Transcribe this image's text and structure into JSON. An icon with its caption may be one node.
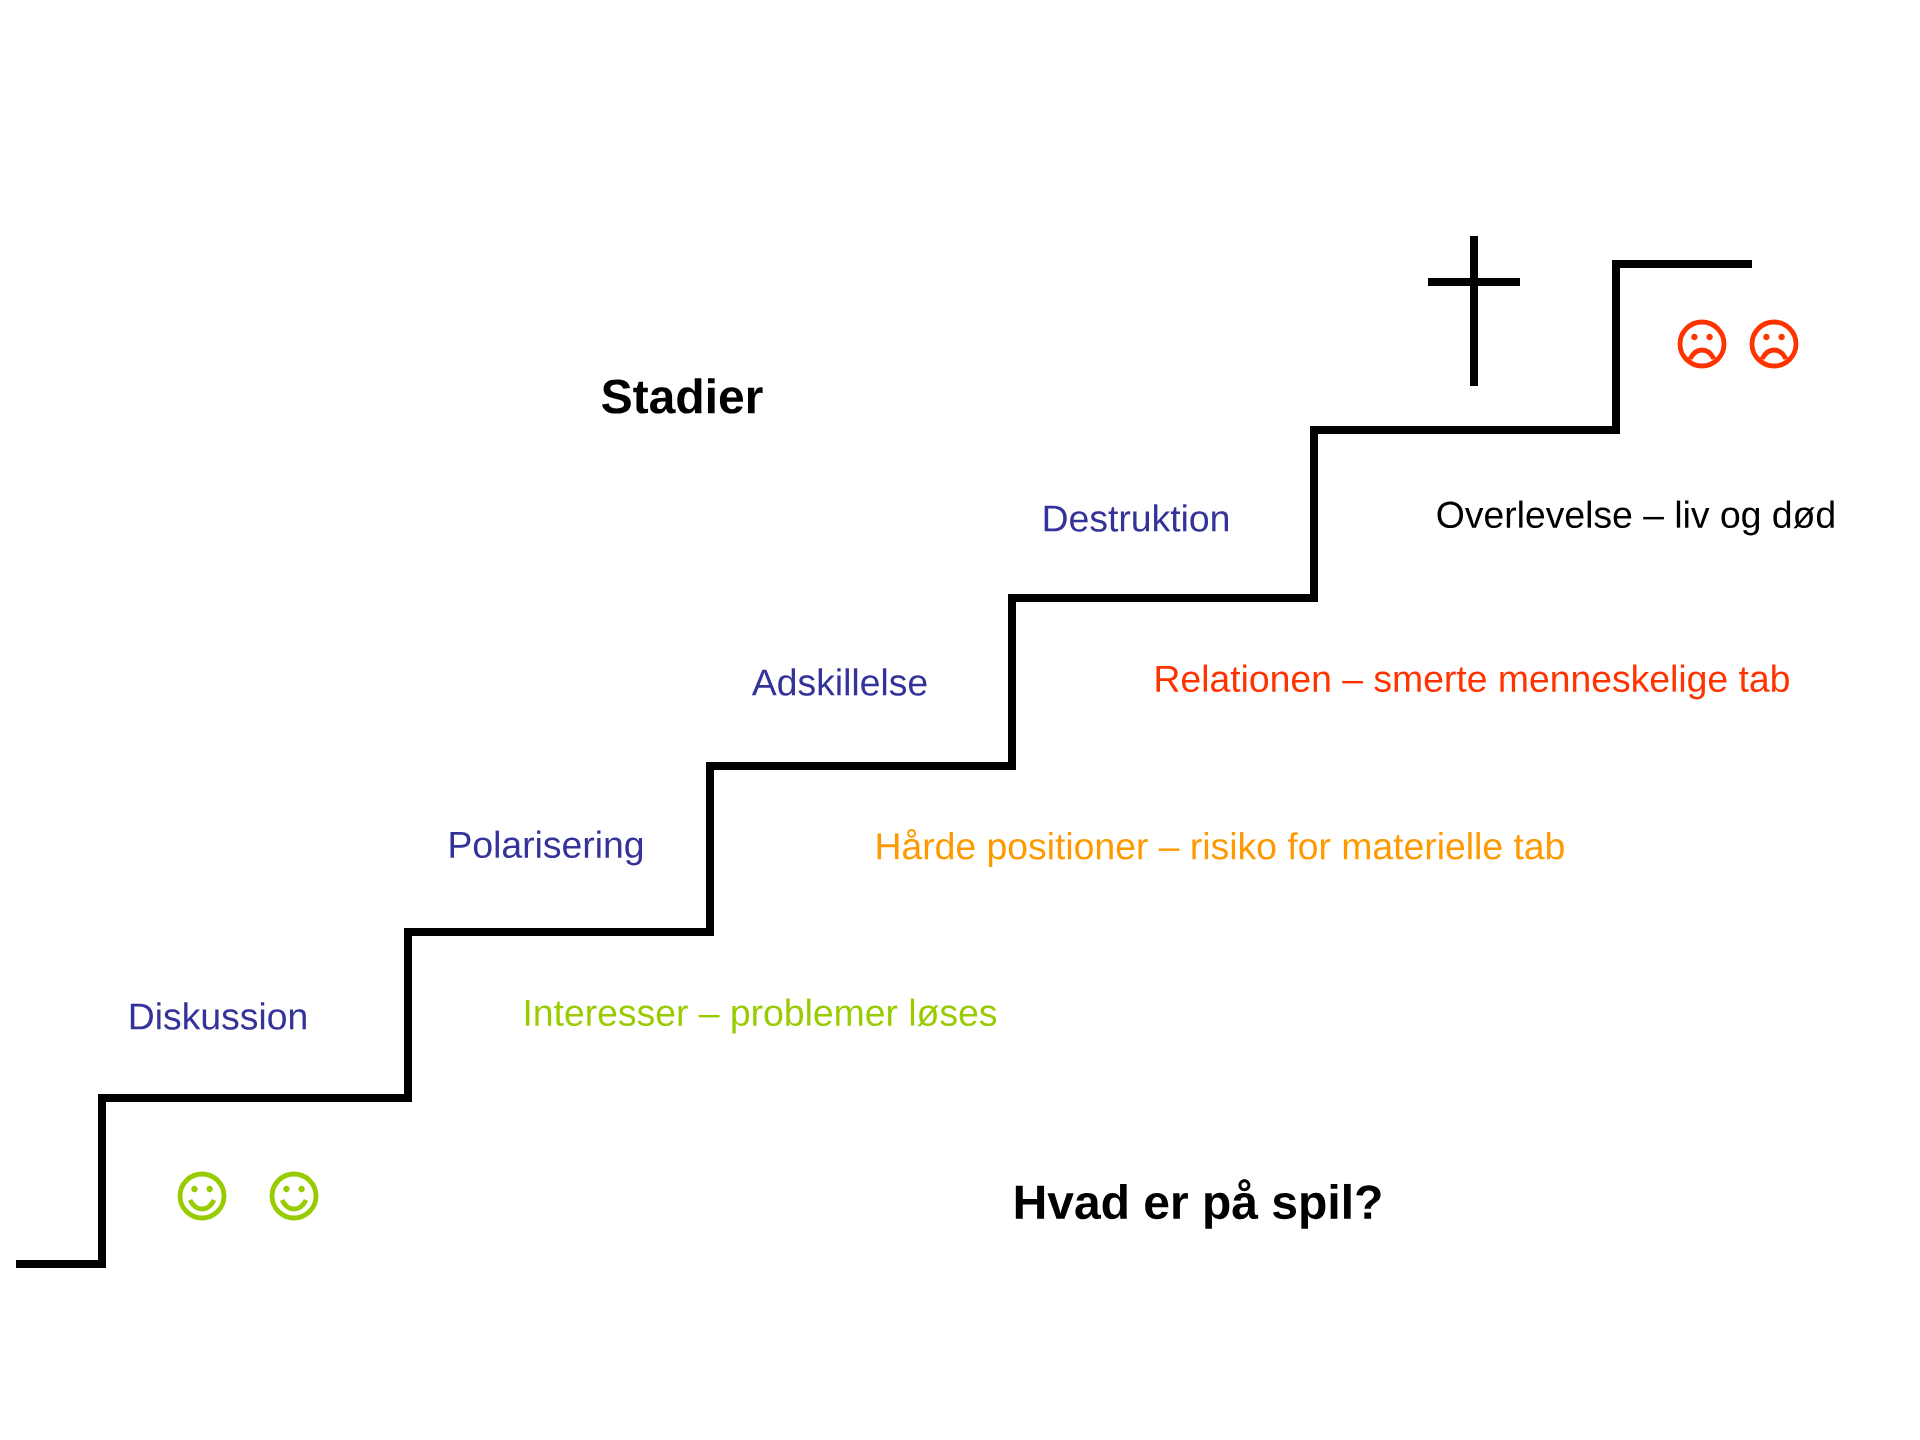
{
  "diagram": {
    "labels": [
      "Stadier",
      "Destruktion",
      "Overlevelse – liv og død",
      "Adskillelse",
      "Relationen – smerte menneskelige tab",
      "Polarisering",
      "Hårde positioner – risiko for materielle tab",
      "Diskussion",
      "Interesser – problemer løses",
      "Hvad er på spil?"
    ]
  }
}
